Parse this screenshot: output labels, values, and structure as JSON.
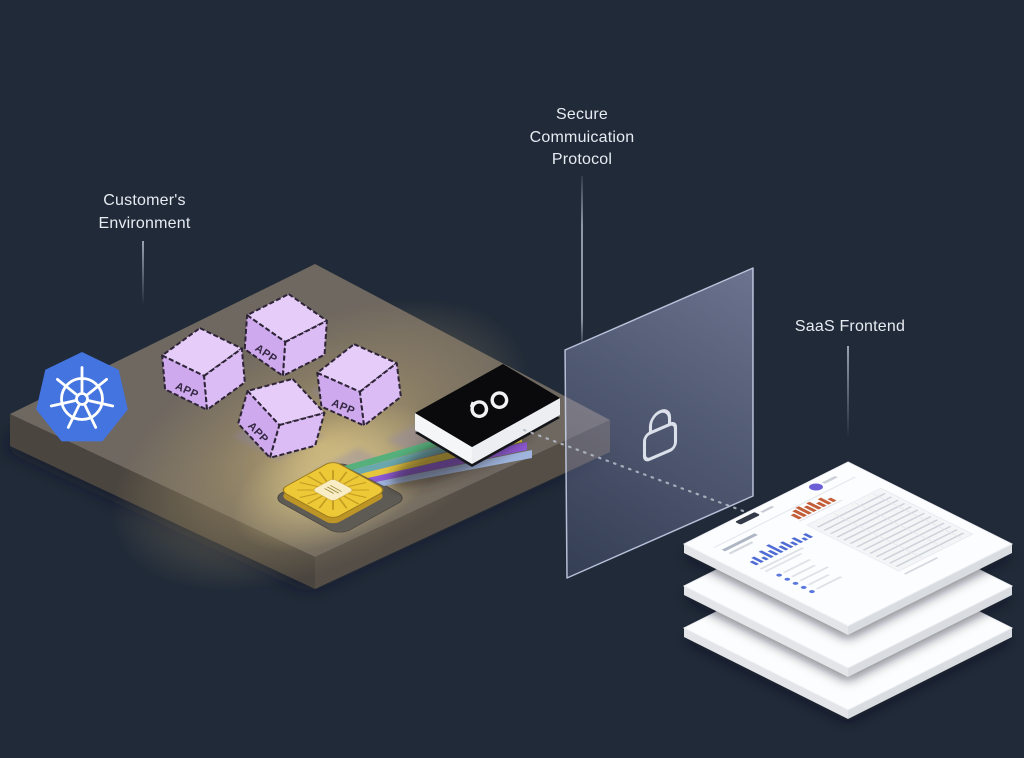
{
  "scene": {
    "background": "#202a38"
  },
  "labels": {
    "customer": "Customer's\nEnvironment",
    "secure_protocol": "Secure\nCommuication\nProtocol",
    "saas_frontend": "SaaS Frontend"
  },
  "cubes": [
    {
      "label": "APP"
    },
    {
      "label": "APP"
    },
    {
      "label": "APP"
    },
    {
      "label": "APP"
    }
  ],
  "icons": {
    "kubernetes": "kubernetes-helm-wheel",
    "lock": "padlock-outline",
    "vendor_logo": "double-ring-logo",
    "chip": "gold-cpu-chip"
  },
  "colors": {
    "background": "#202a38",
    "kubernetes_blue": "#4374e0",
    "cube_lavender": "#dcbcf5",
    "chip_gold": "#eec937",
    "platform_gray": "#6f6860",
    "glass_panel": "#8b93b8",
    "page_white": "#fcfdfe",
    "ribbons": [
      "#55b07c",
      "#6ba8ad",
      "#e7c63e",
      "#8d59d4",
      "#9fb5de"
    ]
  }
}
